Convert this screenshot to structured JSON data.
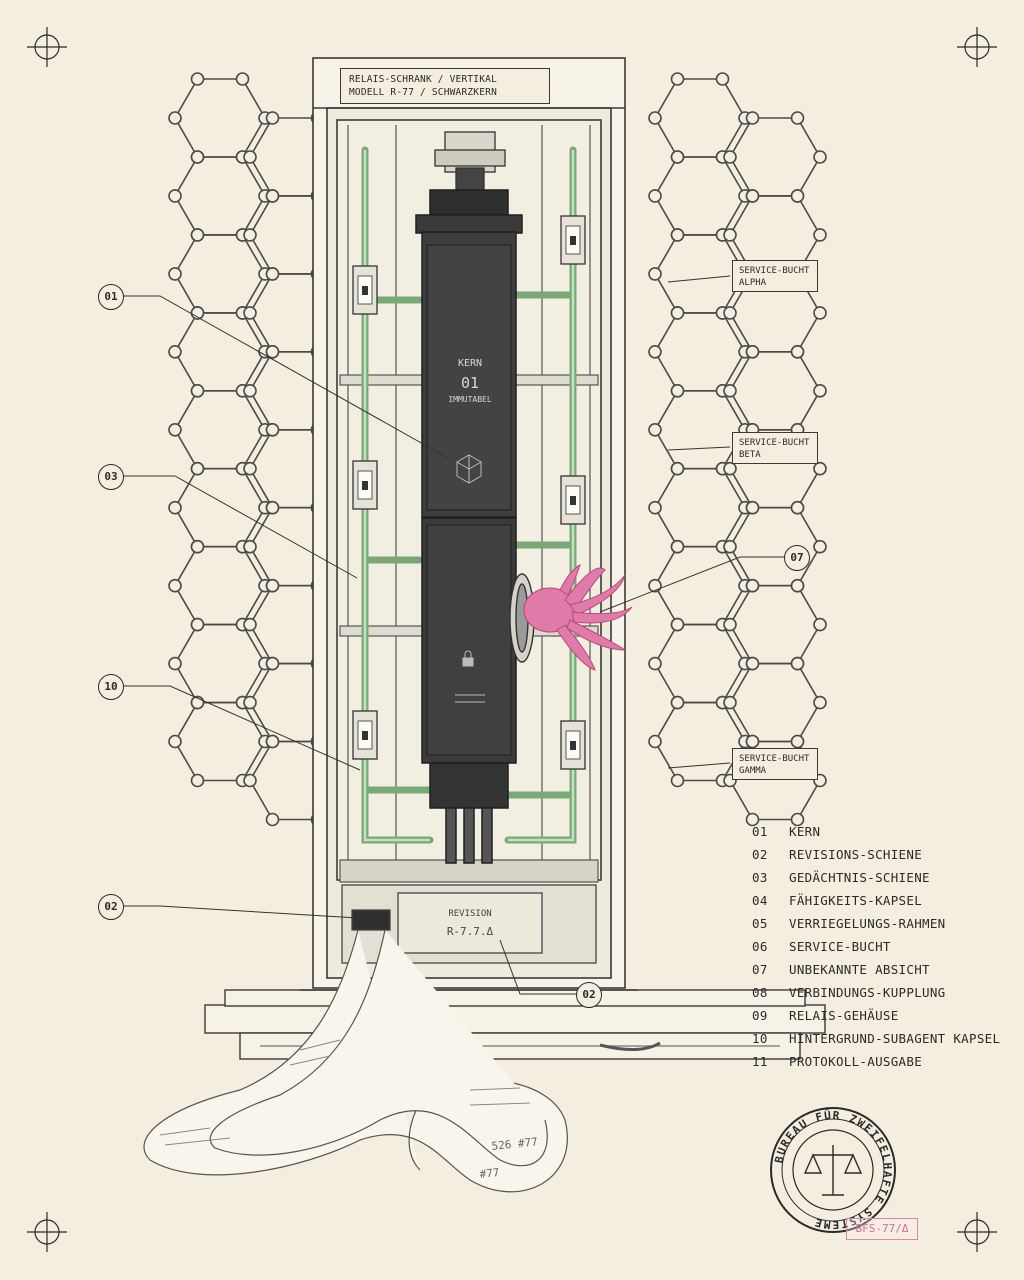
{
  "title": {
    "line1": "RELAIS-SCHRANK / VERTIKAL",
    "line2": "MODELL R-77 / SCHWARZKERN"
  },
  "core": {
    "label": "KERN",
    "number": "01",
    "tag": "IMMUTABEL"
  },
  "service_bays": [
    {
      "line1": "SERVICE-BUCHT",
      "line2": "ALPHA"
    },
    {
      "line1": "SERVICE-BUCHT",
      "line2": "BETA"
    },
    {
      "line1": "SERVICE-BUCHT",
      "line2": "GAMMA"
    }
  ],
  "revision_plate": {
    "label": "REVISION",
    "value": "R-7.7.Δ"
  },
  "callouts": {
    "c01": "01",
    "c03": "03",
    "c10": "10",
    "c02": "02",
    "c07": "07",
    "c02b": "02"
  },
  "legend": [
    {
      "num": "01",
      "label": "KERN"
    },
    {
      "num": "02",
      "label": "REVISIONS-SCHIENE"
    },
    {
      "num": "03",
      "label": "GEDÄCHTNIS-SCHIENE"
    },
    {
      "num": "04",
      "label": "FÄHIGKEITS-KAPSEL"
    },
    {
      "num": "05",
      "label": "VERRIEGELUNGS-RAHMEN"
    },
    {
      "num": "06",
      "label": "SERVICE-BUCHT"
    },
    {
      "num": "07",
      "label": "UNBEKANNTE ABSICHT"
    },
    {
      "num": "08",
      "label": "VERBINDUNGS-KUPPLUNG"
    },
    {
      "num": "09",
      "label": "RELAIS-GEHÄUSE"
    },
    {
      "num": "10",
      "label": "HINTERGRUND-SUBAGENT KAPSEL"
    },
    {
      "num": "11",
      "label": "PROTOKOLL-AUSGABE"
    }
  ],
  "stamp": {
    "ring_text": "BUREAU FÜR ZWEIFELHAFTE SYSTEME",
    "code": "BFS-77/Δ"
  },
  "tape_print": {
    "line1": "526 #77",
    "line2": "#77"
  },
  "colors": {
    "paper": "#f3eedf",
    "ink": "#2a2a2a",
    "core": "#3b3b3b",
    "pipe": "#9cc79a",
    "tentacle": "#d9679a",
    "stamp_pink": "#d0708f"
  }
}
